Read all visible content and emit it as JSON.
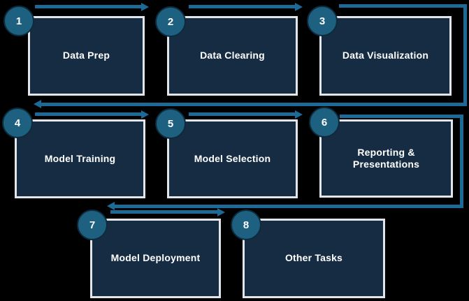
{
  "diagram": {
    "background_color": "#000000",
    "colors": {
      "box_fill": "#152c43",
      "box_border": "#e2e6ea",
      "badge_fill": "#1d6080",
      "arrow": "#1e6a96",
      "text": "#ffffff"
    },
    "steps": [
      {
        "number": "1",
        "label": "Data Prep"
      },
      {
        "number": "2",
        "label": "Data Clearing"
      },
      {
        "number": "3",
        "label": "Data Visualization"
      },
      {
        "number": "4",
        "label": "Model Training"
      },
      {
        "number": "5",
        "label": "Model Selection"
      },
      {
        "number": "6",
        "label": "Reporting & Presentations"
      },
      {
        "number": "7",
        "label": "Model Deployment"
      },
      {
        "number": "8",
        "label": "Other Tasks"
      }
    ],
    "connectors": [
      {
        "from": "1",
        "to": "2",
        "type": "straight-right"
      },
      {
        "from": "2",
        "to": "3",
        "type": "straight-right"
      },
      {
        "from": "3",
        "to": "4",
        "type": "wrap-around-left"
      },
      {
        "from": "4",
        "to": "5",
        "type": "straight-right"
      },
      {
        "from": "5",
        "to": "6",
        "type": "straight-right"
      },
      {
        "from": "6",
        "to": "7",
        "type": "wrap-around-left"
      },
      {
        "from": "7",
        "to": "8",
        "type": "straight-right"
      }
    ]
  }
}
